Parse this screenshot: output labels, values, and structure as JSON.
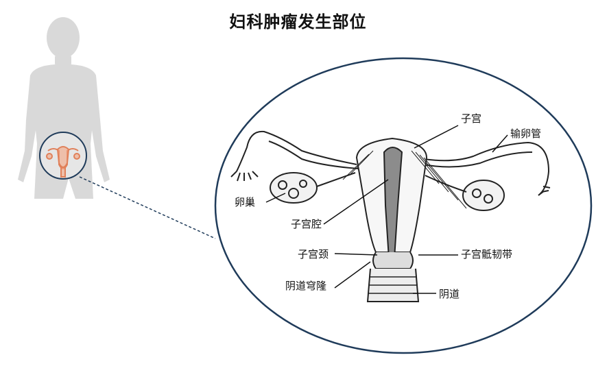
{
  "title": "妇科肿瘤发生部位",
  "labels": {
    "uterus": "子宫",
    "fallopian_tube": "输卵管",
    "ovary": "卵巢",
    "uterine_cavity": "子宫腔",
    "cervix": "子宫颈",
    "uterosacral_ligament": "子宫骶韧带",
    "vaginal_fornix": "阴道穹隆",
    "vagina": "阴道"
  },
  "colors": {
    "silhouette": "#d9d9d9",
    "ellipse_border": "#1f3b5a",
    "connector": "#1f3b5a",
    "organ_icon": "#f4a582",
    "label_text": "#111111"
  }
}
